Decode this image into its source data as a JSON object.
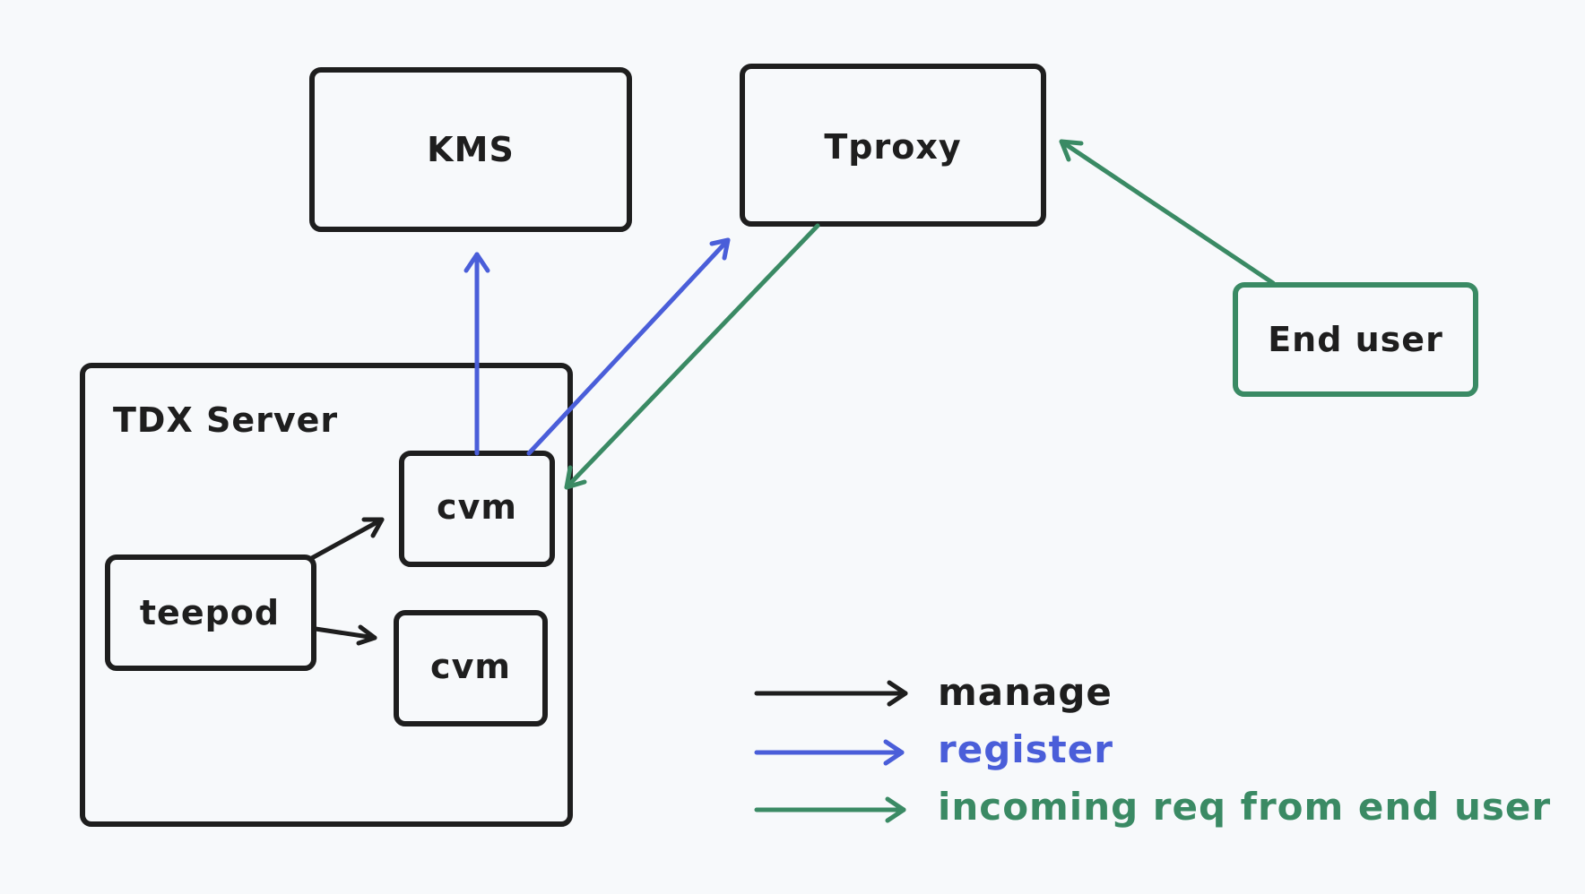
{
  "nodes": {
    "kms": "KMS",
    "tproxy": "Tproxy",
    "end_user": "End user",
    "tdx_server": "TDX Server",
    "cvm_top": "cvm",
    "cvm_bottom": "cvm",
    "teepod": "teepod"
  },
  "legend": [
    {
      "label": "manage",
      "color": "#1e1e1e"
    },
    {
      "label": "register",
      "color": "#4a5ed9"
    },
    {
      "label": "incoming req from end user",
      "color": "#3a8a64"
    }
  ],
  "colors": {
    "manage": "#1e1e1e",
    "register": "#4a5ed9",
    "incoming": "#3a8a64",
    "box_stroke": "#1e1e1e",
    "end_user_stroke": "#3a8a64"
  }
}
